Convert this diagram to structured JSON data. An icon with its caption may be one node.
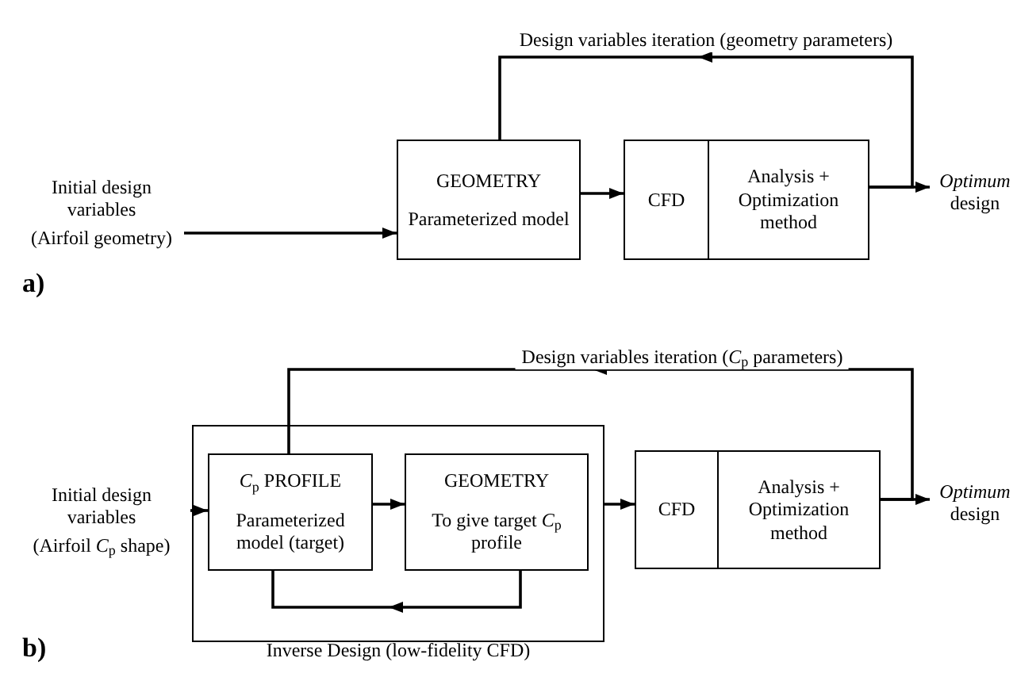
{
  "diagram": {
    "nodes": [
      {
        "text": [
          "Initial design variables",
          "(Airfoil geometry)"
        ]
      },
      {
        "text": [
          "GEOMETRY",
          "Parameterized model"
        ]
      },
      {
        "text": [
          "CFD"
        ]
      },
      {
        "text": [
          "Analysis + Optimization method"
        ]
      },
      {
        "text": [
          "*Optimum* design"
        ]
      },
      {
        "text": [
          "Initial design variables",
          "(Airfoil *C*$_{p}$ shape)"
        ]
      },
      {
        "text": [
          "Inverse Design (low-fidelity CFD)"
        ]
      },
      {
        "text": [
          "*C*$_{p}$ PROFILE",
          "Parameterized model (target)"
        ],
        "in": 6
      },
      {
        "text": [
          "GEOMETRY",
          "To give target *C*$_{p}$ profile"
        ],
        "in": 6
      },
      {
        "text": [
          "CFD"
        ]
      },
      {
        "text": [
          "Analysis + Optimization method"
        ]
      },
      {
        "text": [
          "*Optimum* design"
        ]
      }
    ],
    "edges": [
      {
        "from": 0,
        "to": 1,
        "arrow": "to"
      },
      {
        "from": 1,
        "to": 2,
        "arrow": "to"
      },
      {
        "from": 3,
        "to": 4,
        "arrow": "to"
      },
      {
        "from": 3,
        "to": 1,
        "arrow": "to",
        "label": "Design variables iteration (geometry parameters)"
      },
      {
        "from": 5,
        "to": 7,
        "arrow": "to"
      },
      {
        "from": 7,
        "to": 8,
        "arrow": "to"
      },
      {
        "from": 6,
        "to": 9,
        "arrow": "to"
      },
      {
        "from": 8,
        "to": 7,
        "arrow": "to"
      },
      {
        "from": 10,
        "to": 11,
        "arrow": "to"
      },
      {
        "from": 10,
        "to": 7,
        "arrow": "to",
        "label": "Design variables iteration (*C*$_{p}$ parameters)"
      }
    ],
    "labels": [
      "a)",
      "b)"
    ]
  }
}
